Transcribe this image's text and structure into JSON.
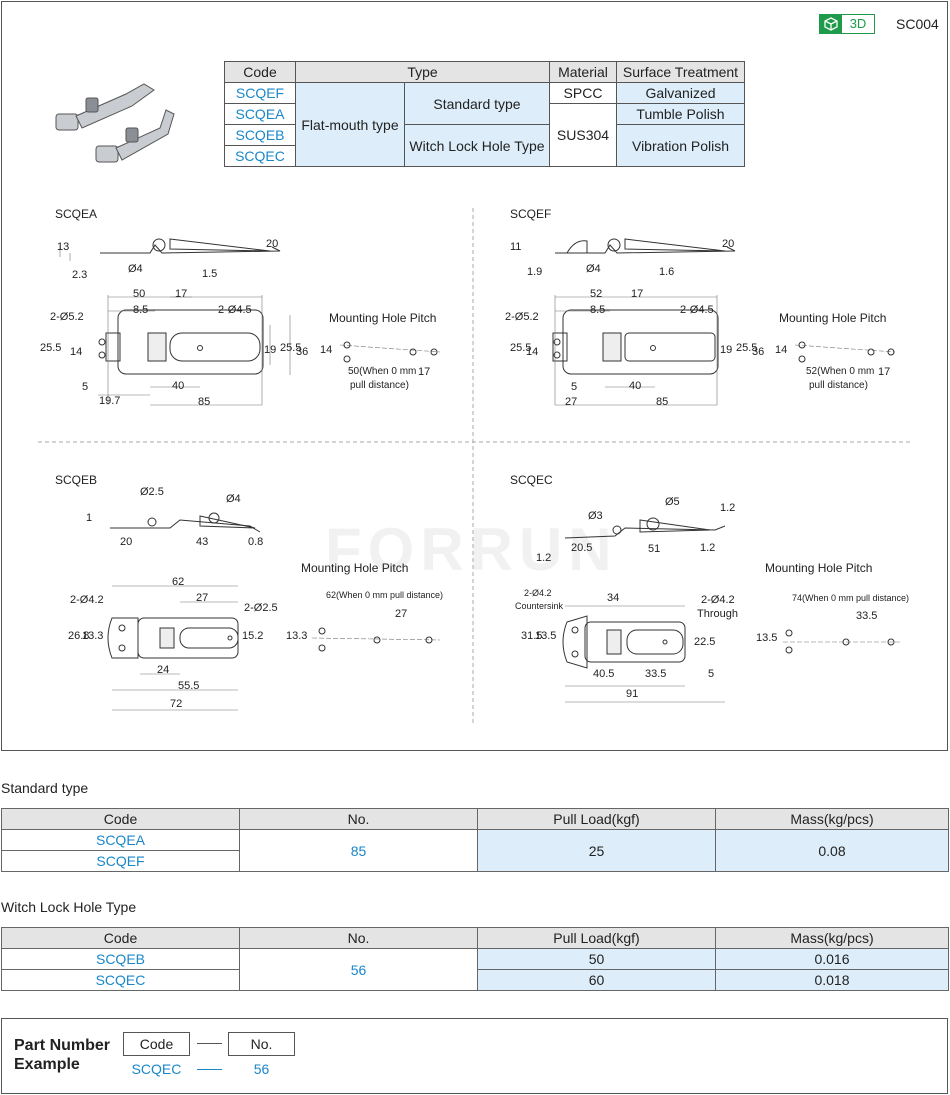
{
  "header": {
    "badge_3d": "3D",
    "series_code": "SC004"
  },
  "spec_table": {
    "headers": [
      "Code",
      "Type",
      "Material",
      "Surface Treatment"
    ],
    "codes": [
      "SCQEF",
      "SCQEA",
      "SCQEB",
      "SCQEC"
    ],
    "type_main": "Flat-mouth type",
    "type_standard": "Standard type",
    "type_lock": "Witch Lock Hole Type",
    "material_spcc": "SPCC",
    "material_sus": "SUS304",
    "surface_galvanized": "Galvanized",
    "surface_tumble": "Tumble Polish",
    "surface_vibration": "Vibration Polish"
  },
  "drawings": {
    "mounting_title": "Mounting Hole Pitch",
    "scqea": {
      "label": "SCQEA",
      "dims": [
        "13",
        "2.3",
        "Ø4",
        "1.5",
        "20",
        "50",
        "17",
        "8.5",
        "2-Ø4.5",
        "2-Ø5.2",
        "25.5",
        "14",
        "19",
        "25.5",
        "36",
        "5",
        "40",
        "19.7",
        "85"
      ],
      "pitch": [
        "14",
        "50(When 0 mm",
        "pull distance)",
        "17"
      ]
    },
    "scqef": {
      "label": "SCQEF",
      "dims": [
        "11",
        "1.9",
        "Ø4",
        "1.6",
        "20",
        "52",
        "17",
        "8.5",
        "2-Ø4.5",
        "2-Ø5.2",
        "25.5",
        "14",
        "19",
        "25.5",
        "36",
        "5",
        "40",
        "27",
        "85"
      ],
      "pitch": [
        "14",
        "52(When 0 mm",
        "pull distance)",
        "17"
      ]
    },
    "scqeb": {
      "label": "SCQEB",
      "dims": [
        "Ø2.5",
        "Ø4",
        "1",
        "20",
        "43",
        "0.8",
        "62",
        "2-Ø4.2",
        "27",
        "2-Ø2.5",
        "26.8",
        "13.3",
        "15.2",
        "24",
        "55.5",
        "72"
      ],
      "pitch": [
        "62(When 0 mm pull distance)",
        "27",
        "13.3"
      ]
    },
    "scqec": {
      "label": "SCQEC",
      "dims": [
        "Ø5",
        "Ø3",
        "1.2",
        "1.2",
        "20.5",
        "51",
        "1.2",
        "2-Ø4.2",
        "Countersink",
        "34",
        "2-Ø4.2",
        "Through",
        "31.5",
        "13.5",
        "22.5",
        "40.5",
        "33.5",
        "5",
        "91"
      ],
      "pitch": [
        "74(When 0 mm pull distance)",
        "33.5",
        "13.5"
      ]
    },
    "watermark": "FORRUN"
  },
  "standard_section": {
    "title": "Standard type",
    "headers": [
      "Code",
      "No.",
      "Pull Load(kgf)",
      "Mass(kg/pcs)"
    ],
    "codes": [
      "SCQEA",
      "SCQEF"
    ],
    "no": "85",
    "pull_load": "25",
    "mass": "0.08"
  },
  "lock_section": {
    "title": "Witch Lock Hole Type",
    "headers": [
      "Code",
      "No.",
      "Pull Load(kgf)",
      "Mass(kg/pcs)"
    ],
    "no": "56",
    "rows": [
      {
        "code": "SCQEB",
        "pull_load": "50",
        "mass": "0.016"
      },
      {
        "code": "SCQEC",
        "pull_load": "60",
        "mass": "0.018"
      }
    ]
  },
  "part_number": {
    "label_line1": "Part Number",
    "label_line2": "Example",
    "code_header": "Code",
    "no_header": "No.",
    "code_example": "SCQEC",
    "no_example": "56"
  },
  "colors": {
    "link": "#1a87c9",
    "highlight": "#ddeefa",
    "header_bg": "#e4e4e4",
    "badge": "#1f9a4a"
  }
}
